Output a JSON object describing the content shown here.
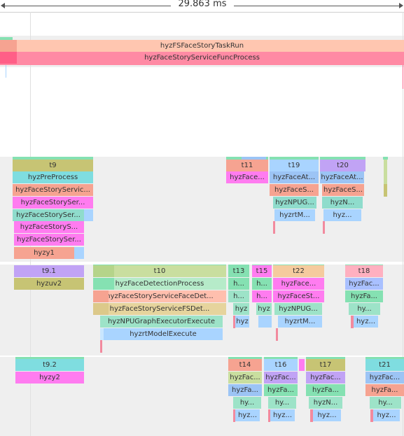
{
  "ruler": {
    "duration_label": "29.863 ms"
  },
  "colors": {
    "salmon": "#f6a391",
    "salmon_light": "#ffc6b0",
    "pink": "#ff5f87",
    "olive": "#c7c474",
    "olive_light": "#c9de9f",
    "cyan": "#7fdde0",
    "magenta": "#ff7cf0",
    "green": "#85e1b2",
    "teal": "#8fdccc",
    "lightblue": "#a9d4ff",
    "purple": "#c1a3f5",
    "peach": "#f5cb9e",
    "tan": "#dcc98a",
    "blue": "#9cc4f5",
    "red_accent": "#f28a9e",
    "mint": "#9de3c8"
  },
  "track_main": {
    "rows": [
      {
        "label": "hyzFSFaceStoryTaskRun"
      },
      {
        "label": "hyzFaceStoryServiceFuncProcess"
      }
    ]
  },
  "group1": {
    "t9": {
      "header": "t9",
      "items": [
        "hyzPreProcess",
        "hyzFaceStoryServic...",
        "hyzFaceStorySer...",
        "hyzFaceStorySer...",
        "hyzFaceStoryS...",
        "hyzFaceStorySer...",
        "hyzy1"
      ]
    },
    "t11": {
      "header": "t11",
      "items": [
        "hyzFace..."
      ]
    },
    "t19": {
      "header": "t19",
      "items": [
        "hyzFaceAt...",
        "hyzFaceS...",
        "hyzNPUG...",
        "hyzrtM..."
      ]
    },
    "t20": {
      "header": "t20",
      "items": [
        "hyzFaceAt...",
        "hyzFaceS...",
        "hyzN...",
        "hyz..."
      ]
    }
  },
  "group2": {
    "t9_1": {
      "header": "t9.1",
      "items": [
        "hyzuv2"
      ]
    },
    "t10": {
      "header": "t10",
      "items": [
        "hyzFaceDetectionProcess",
        "hyzFaceStoryServiceFaceDet...",
        "hyzFaceStoryServiceFSDet...",
        "hyzNPUGraphExecutorExecute",
        "hyzrtModelExecute"
      ]
    },
    "t13": {
      "header": "t13",
      "items": [
        "h...",
        "h...",
        "hyz",
        "hyz"
      ]
    },
    "t15": {
      "header": "t15",
      "items": [
        "h...",
        "h...",
        "hyz"
      ]
    },
    "t22": {
      "header": "t22",
      "items": [
        "hyzFace...",
        "hyzFaceSt...",
        "hyzNPUG...",
        "hyzrtM..."
      ]
    },
    "t18": {
      "header": "t18",
      "items": [
        "hyzFac...",
        "hyzFa...",
        "hy...",
        "hyz..."
      ]
    }
  },
  "group3": {
    "t9_2": {
      "header": "t9.2",
      "items": [
        "hyzy2"
      ]
    },
    "t14": {
      "header": "t14",
      "items": [
        "hyzFac...",
        "hyzFa...",
        "hy...",
        "hyz..."
      ]
    },
    "t16": {
      "header": "t16",
      "items": [
        "hyzFac...",
        "hyzFa...",
        "hy...",
        "hyz..."
      ]
    },
    "t17": {
      "header": "t17",
      "items": [
        "hyzFac...",
        "hyzFa...",
        "hyzN...",
        "hyz..."
      ]
    },
    "t21": {
      "header": "t21",
      "items": [
        "hyzFac...",
        "hyzFa...",
        "hy...",
        "hyz..."
      ]
    }
  }
}
